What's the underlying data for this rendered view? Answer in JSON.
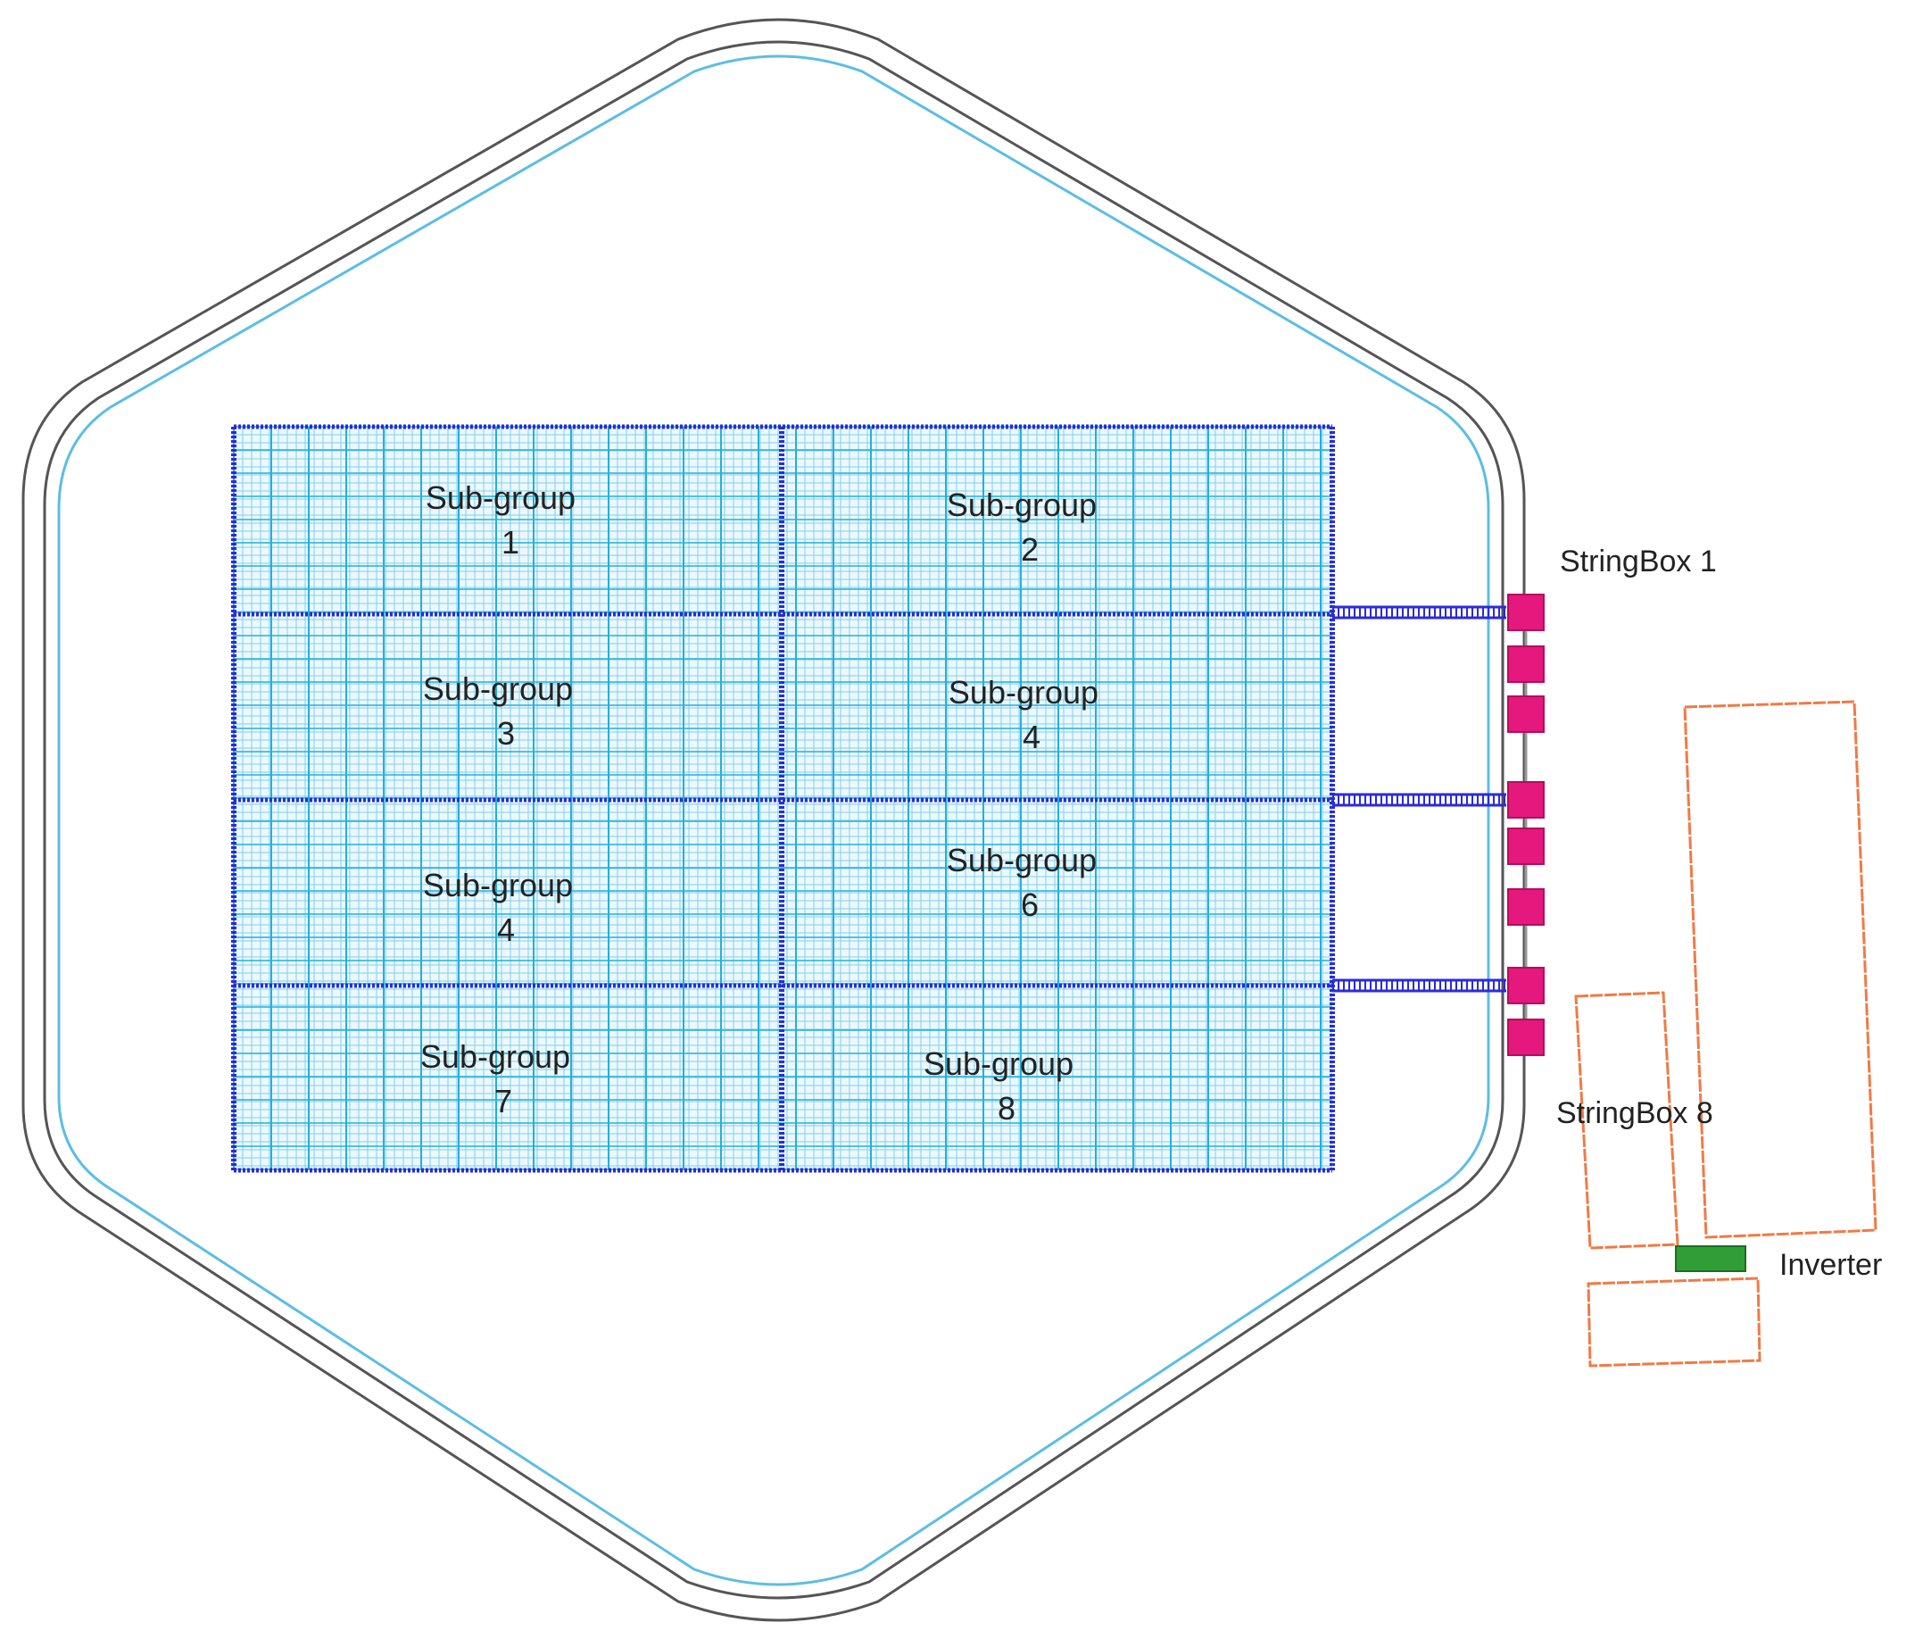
{
  "colors": {
    "outer_ring": "#555555",
    "inner_ring": "#5cbde6",
    "grid_border": "#2b2bd9",
    "grid_fine": "#7fd0ec",
    "grid_major": "#22b0dc",
    "cable": "#2b2bd9",
    "stringbox": "#e4187d",
    "inverter": "#2f9e36",
    "building": "#f07a45"
  },
  "subgroups": [
    {
      "id": "sg-1",
      "title": "Sub-group",
      "number": "1"
    },
    {
      "id": "sg-2",
      "title": "Sub-group",
      "number": "2"
    },
    {
      "id": "sg-3",
      "title": "Sub-group",
      "number": "3"
    },
    {
      "id": "sg-4a",
      "title": "Sub-group",
      "number": "4"
    },
    {
      "id": "sg-4b",
      "title": "Sub-group",
      "number": "4"
    },
    {
      "id": "sg-6",
      "title": "Sub-group",
      "number": "6"
    },
    {
      "id": "sg-7",
      "title": "Sub-group",
      "number": "7"
    },
    {
      "id": "sg-8",
      "title": "Sub-group",
      "number": "8"
    }
  ],
  "labels": {
    "stringbox_first": "StringBox 1",
    "stringbox_last": "StringBox 8",
    "inverter": "Inverter"
  }
}
